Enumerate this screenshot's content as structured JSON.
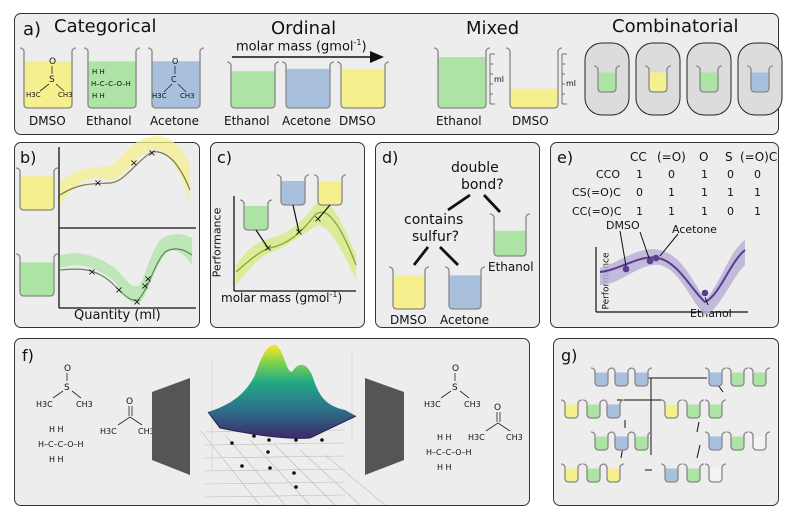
{
  "colors": {
    "yellow": "#f5ef8e",
    "green": "#aee3a6",
    "blue": "#a8c0de",
    "violet": "#5b3c8f",
    "panel": "#ededed"
  },
  "panel_a": {
    "label": "a)",
    "categorical": {
      "title": "Categorical",
      "beakers": [
        "DMSO",
        "Ethanol",
        "Acetone"
      ]
    },
    "ordinal": {
      "title": "Ordinal",
      "axis": "molar mass (gmol",
      "axis_sup": "-1",
      "axis_close": ")",
      "beakers": [
        "Ethanol",
        "Acetone",
        "DMSO"
      ]
    },
    "mixed": {
      "title": "Mixed",
      "unit": "ml",
      "beakers": [
        "Ethanol",
        "DMSO"
      ]
    },
    "combinatorial": {
      "title": "Combinatorial"
    }
  },
  "panel_b": {
    "label": "b)",
    "xlabel": "Quantity (ml)"
  },
  "panel_c": {
    "label": "c)",
    "ylabel": "Performance",
    "xlabel": "molar mass (gmol",
    "xlabel_sup": "-1",
    "xlabel_close": ")"
  },
  "panel_d": {
    "label": "d)",
    "q1": [
      "double",
      "bond?"
    ],
    "q2": [
      "contains",
      "sulfur?"
    ],
    "leaves": [
      "Ethanol",
      "DMSO",
      "Acetone"
    ]
  },
  "panel_e": {
    "label": "e)",
    "table": {
      "headers": [
        "CC",
        "(=O)",
        "O",
        "S",
        "(=O)C"
      ],
      "rows": [
        {
          "name": "CCO",
          "values": [
            "1",
            "0",
            "1",
            "0",
            "0"
          ]
        },
        {
          "name": "CS(=O)C",
          "values": [
            "0",
            "1",
            "1",
            "1",
            "1"
          ]
        },
        {
          "name": "CC(=O)C",
          "values": [
            "1",
            "1",
            "1",
            "0",
            "1"
          ]
        }
      ]
    },
    "ylabel": "Performance",
    "points": [
      "DMSO",
      "Acetone",
      "Ethanol"
    ]
  },
  "panel_f": {
    "label": "f)",
    "atoms": {
      "h3c": "H",
      "sub3": "3",
      "c": "C",
      "s": "S",
      "o": "O",
      "h": "H",
      "ch3": "CH",
      "oh": "O–H"
    }
  },
  "panel_g": {
    "label": "g)"
  }
}
